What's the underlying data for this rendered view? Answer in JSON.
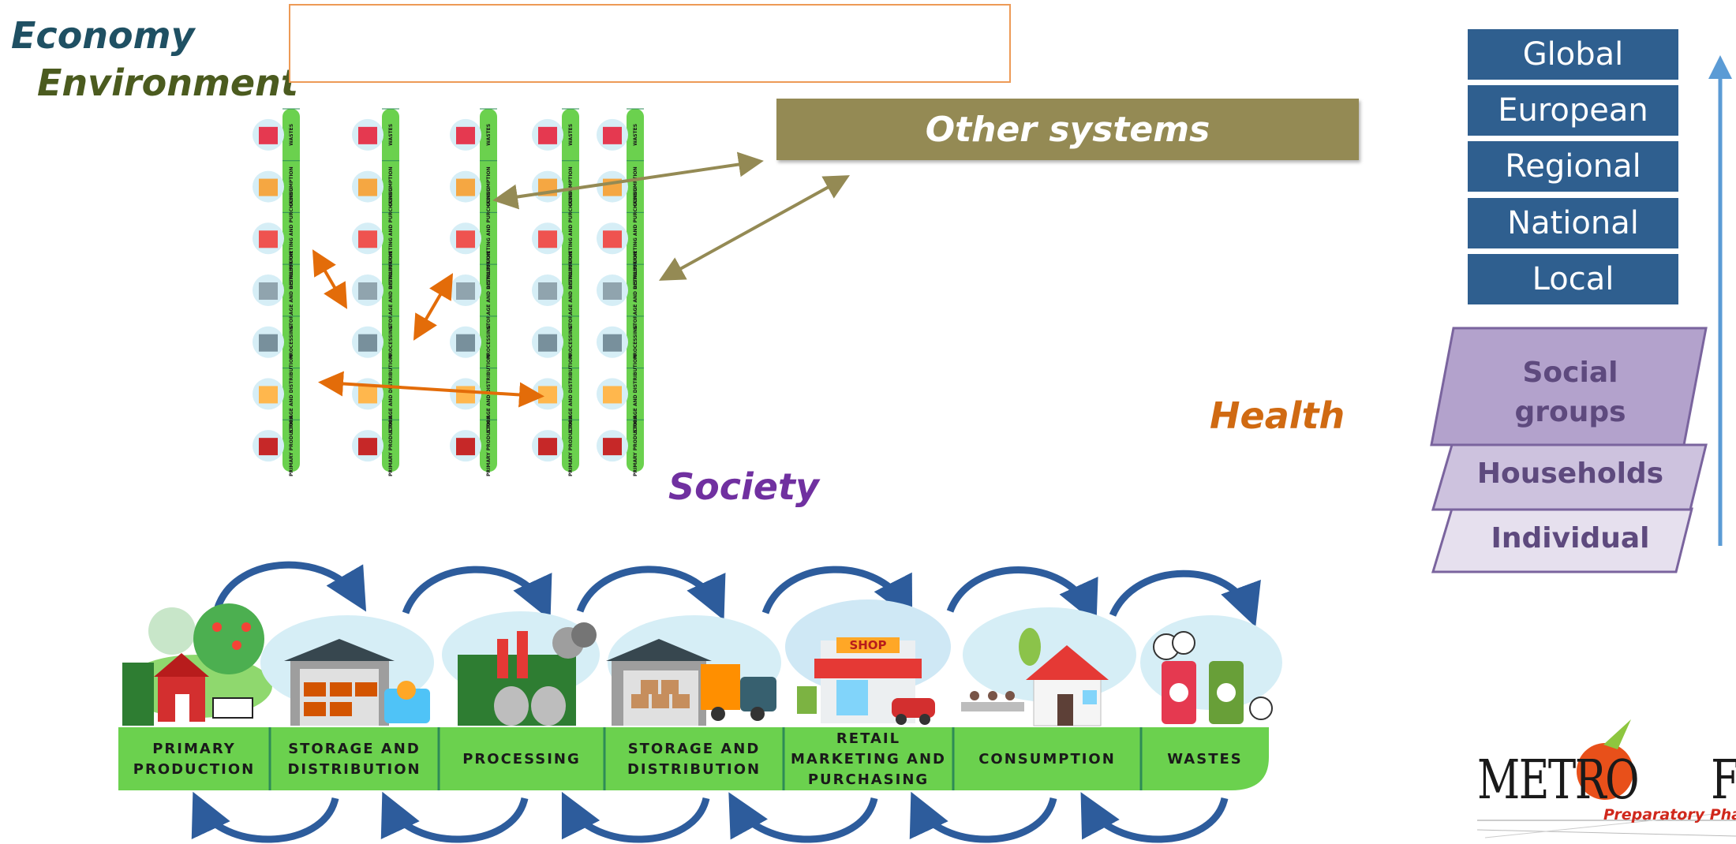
{
  "dimensions": {
    "economy": "Economy",
    "environment": "Environment",
    "health": "Health",
    "society": "Society"
  },
  "other_systems": "Other systems",
  "geographic_scales": [
    "Global",
    "European",
    "Regional",
    "National",
    "Local"
  ],
  "social_levels": [
    "Social groups",
    "Households",
    "Individual"
  ],
  "supply_chain_stages": [
    "PRIMARY PRODUCTION",
    "STORAGE AND DISTRIBUTION",
    "PROCESSING",
    "STORAGE AND DISTRIBUTION",
    "RETAIL MARKETING AND PURCHASING",
    "CONSUMPTION",
    "WASTES"
  ],
  "column_stage_labels": [
    "WASTES",
    "CONSUMPTION",
    "RETAIL MARKETING AND PURCHASING",
    "STORAGE AND DISTRIBUTION",
    "PROCESSING",
    "STORAGE AND DISTRIBUTION",
    "PRIMARY PRODUCTION"
  ],
  "shop_sign": "SHOP",
  "logo": {
    "left": "METRO",
    "right": "FOOD",
    "subtitle": "Preparatory Phase"
  },
  "colors": {
    "economy": "#1F5063",
    "environment": "#4B5B1F",
    "health": "#D06A12",
    "society": "#7030A0",
    "other_systems_bg": "#948A54",
    "scale_box": "#2F5F8F",
    "chain_green": "#6BD14E",
    "arrow_blue": "#2D5C9C",
    "arrow_orange": "#E36C09",
    "arrow_olive": "#948A54"
  }
}
